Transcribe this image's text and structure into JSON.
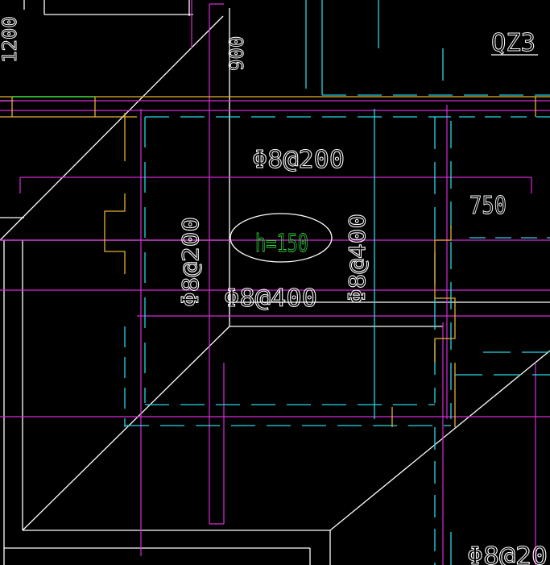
{
  "colors": {
    "background": "#000000",
    "white": "#ffffff",
    "magenta": "#d62bd6",
    "cyan": "#27d7e6",
    "yellow": "#e7b030",
    "green": "#2fd23a"
  },
  "labels": {
    "top_left_dim": "1200",
    "top_dim": "900",
    "col_name": "QZ3",
    "rebar_top": "Φ8@200",
    "dim_right": "750",
    "thickness": "h=150",
    "rebar_left_vertical": "Φ8@200",
    "rebar_mid": "Φ8@400",
    "rebar_right_vertical": "Φ8@400",
    "rebar_bottom_right": "Φ8@20"
  }
}
